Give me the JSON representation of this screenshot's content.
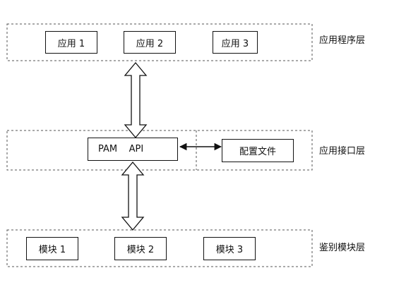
{
  "application_layer": {
    "label": "应用程序层",
    "apps": [
      "应用 1",
      "应用 2",
      "应用 3"
    ]
  },
  "interface_layer": {
    "label": "应用接口层",
    "api": "PAM    API",
    "config_file": "配置文件"
  },
  "auth_layer": {
    "label": "鉴别模块层",
    "modules": [
      "模块 1",
      "模块 2",
      "模块 3"
    ]
  }
}
